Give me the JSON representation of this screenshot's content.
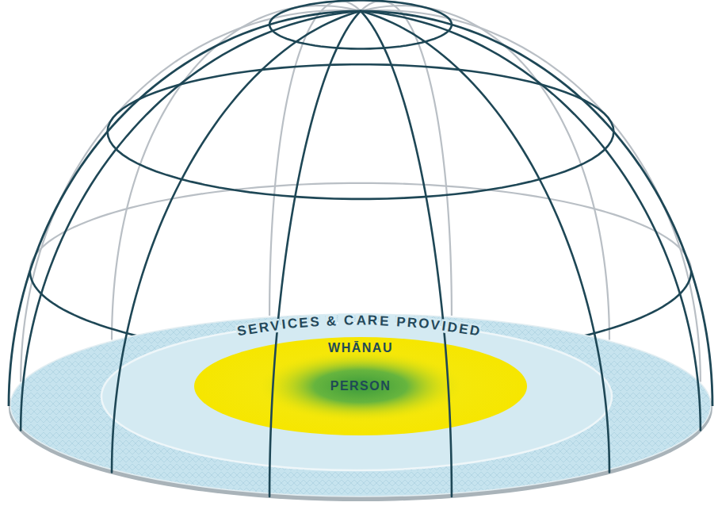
{
  "diagram": {
    "nodes": [
      {
        "text": [
          "SERVICES & CARE PROVIDED"
        ]
      },
      {
        "text": [
          "WHĀNAU"
        ],
        "in": 0
      },
      {
        "text": [
          "PERSON"
        ],
        "in": 1
      }
    ]
  }
}
